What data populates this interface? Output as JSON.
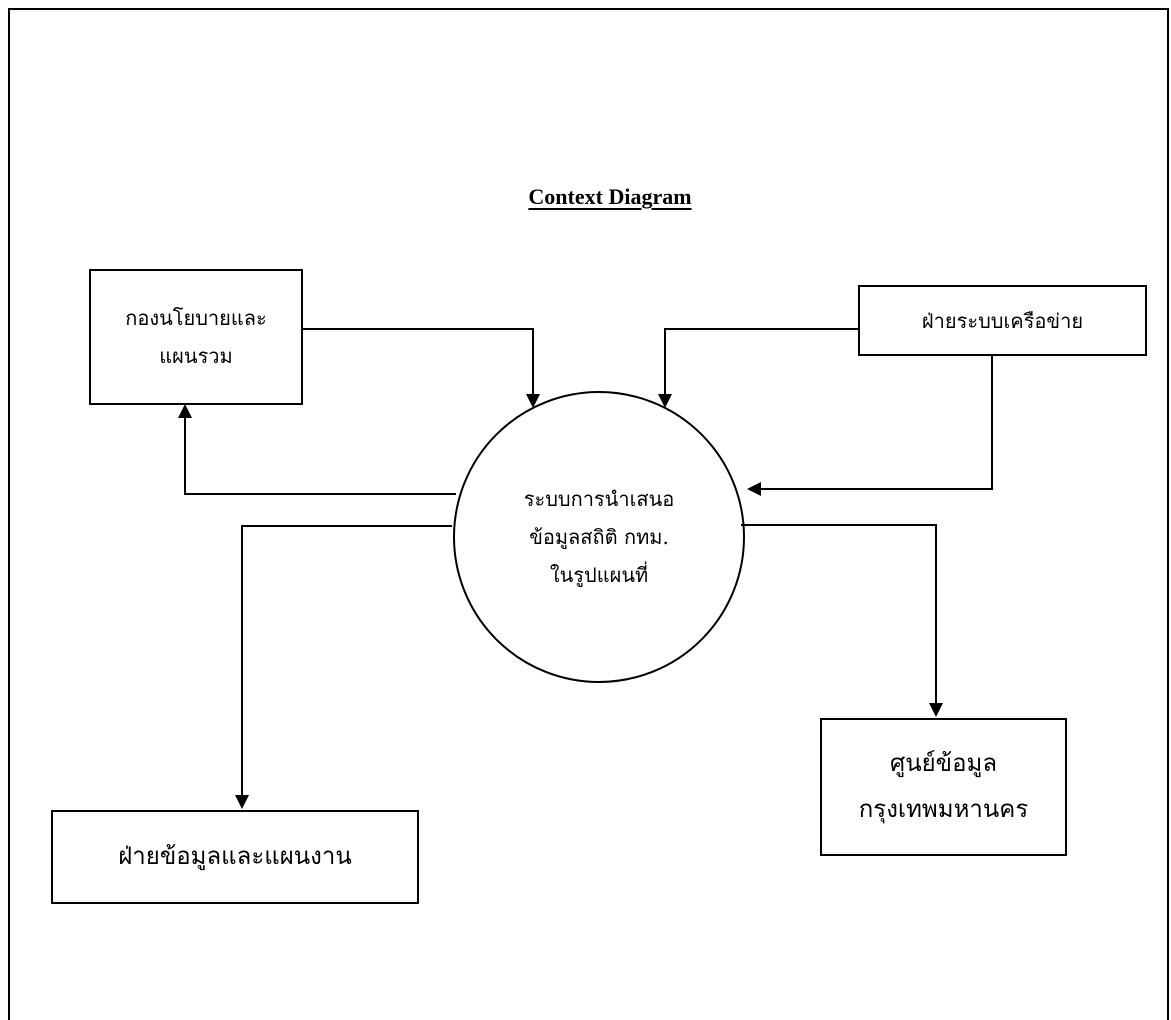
{
  "diagram": {
    "title": "Context Diagram",
    "process": {
      "lines": [
        "ระบบการนำเสนอ",
        "ข้อมูลสถิติ กทม.",
        "ในรูปแผนที่"
      ]
    },
    "entities": {
      "policy_division": {
        "lines": [
          "กองนโยบายและ",
          "แผนรวม"
        ]
      },
      "network_section": {
        "lines": [
          "ฝ่ายระบบเครือข่าย"
        ]
      },
      "data_plan_section": {
        "lines": [
          "ฝ่ายข้อมูลและแผนงาน"
        ]
      },
      "bangkok_data_center": {
        "lines": [
          "ศูนย์ข้อมูล",
          "กรุงเทพมหานคร"
        ]
      }
    }
  }
}
